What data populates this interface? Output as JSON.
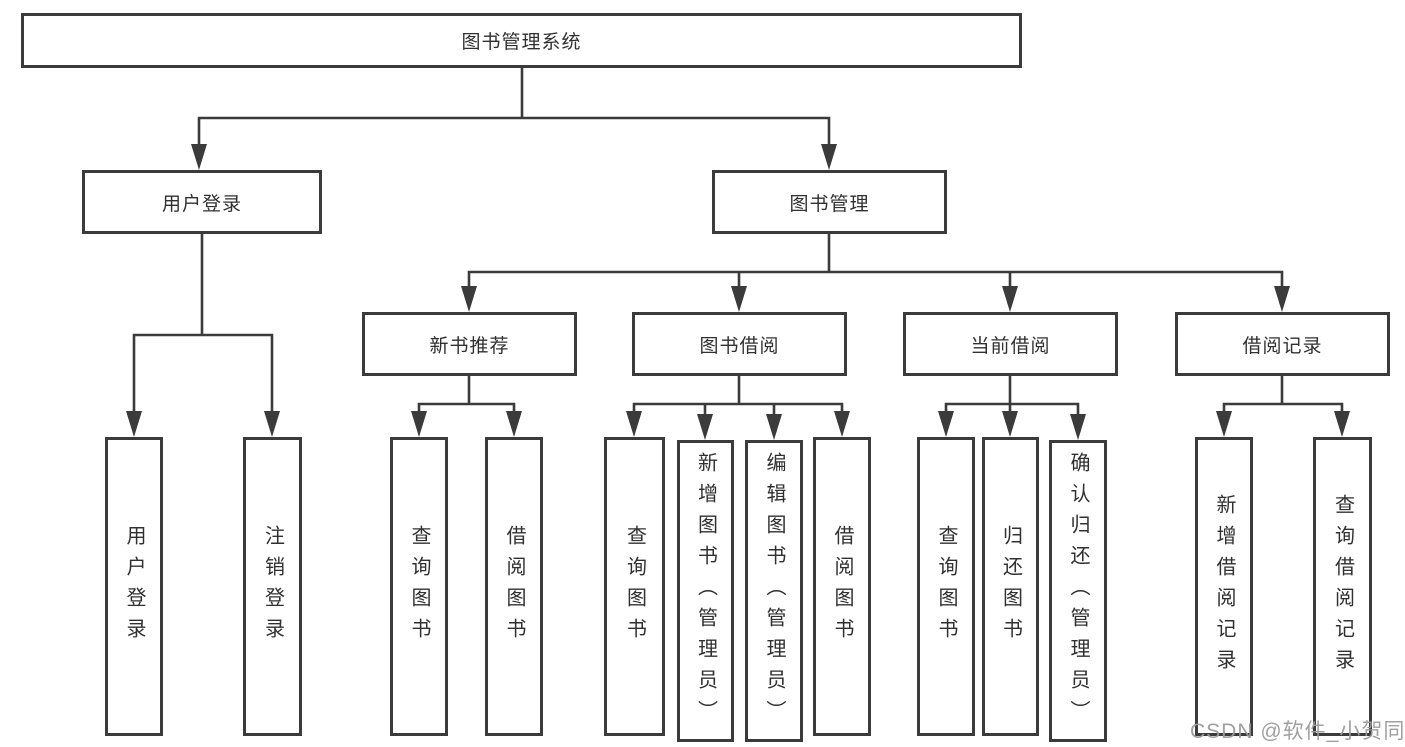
{
  "colors": {
    "line": "#3b3b3b",
    "text": "#303030",
    "background": "#ffffff",
    "watermark": "#9b9b9b"
  },
  "watermark": {
    "text": "CSDN @软件_小贺同学"
  },
  "tree": {
    "label": "图书管理系统",
    "children": [
      {
        "label": "用户登录",
        "children": [
          {
            "label": "用户登录"
          },
          {
            "label": "注销登录"
          }
        ]
      },
      {
        "label": "图书管理",
        "children": [
          {
            "label": "新书推荐",
            "children": [
              {
                "label": "查询图书"
              },
              {
                "label": "借阅图书"
              }
            ]
          },
          {
            "label": "图书借阅",
            "children": [
              {
                "label": "查询图书"
              },
              {
                "label": "新增图书（管理员）"
              },
              {
                "label": "编辑图书（管理员）"
              },
              {
                "label": "借阅图书"
              }
            ]
          },
          {
            "label": "当前借阅",
            "children": [
              {
                "label": "查询图书"
              },
              {
                "label": "归还图书"
              },
              {
                "label": "确认归还（管理员）"
              }
            ]
          },
          {
            "label": "借阅记录",
            "children": [
              {
                "label": "新增借阅记录"
              },
              {
                "label": "查询借阅记录"
              }
            ]
          }
        ]
      }
    ]
  }
}
